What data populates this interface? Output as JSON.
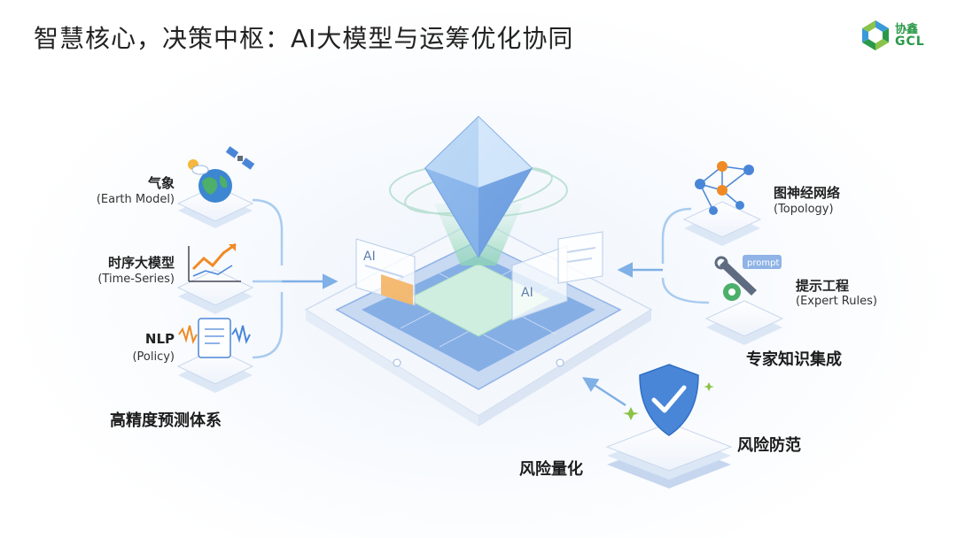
{
  "title": "智慧核心，决策中枢：AI大模型与运筹优化协同",
  "logo": {
    "cn": "协鑫",
    "en": "GCL"
  },
  "left_modules": [
    {
      "label": "气象",
      "sub": "(Earth Model)"
    },
    {
      "label": "时序大模型",
      "sub": "(Time-Series)"
    },
    {
      "label": "NLP",
      "sub": "(Policy)"
    }
  ],
  "left_group_title": "高精度预测体系",
  "right_modules": [
    {
      "label": "图神经网络",
      "sub": "(Topology)"
    },
    {
      "label": "提示工程",
      "sub": "(Expert Rules)"
    }
  ],
  "right_group_title": "专家知识集成",
  "bottom_left_label": "风险量化",
  "bottom_right_label": "风险防范",
  "center_screen_text": [
    "AI",
    "AI"
  ],
  "prompt_tag": "prompt",
  "colors": {
    "accent": "#4a86d8",
    "platform": "#d9e6f8",
    "arrow": "#7fb0e6",
    "gem": "#9cc4ee",
    "logo": "#2a9a4a"
  }
}
